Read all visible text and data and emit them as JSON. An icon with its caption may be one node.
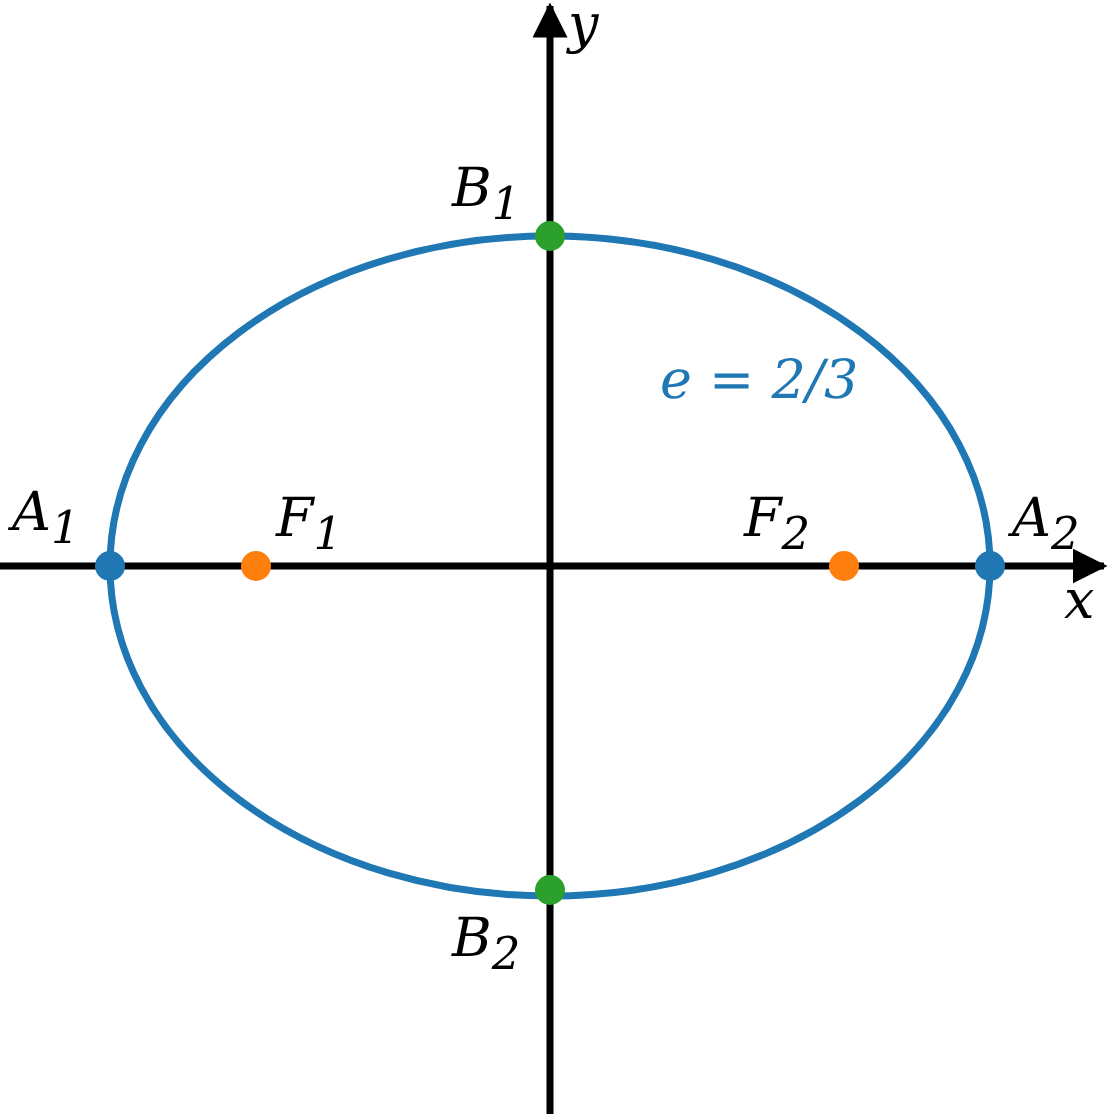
{
  "diagram": {
    "labels": [
      "y",
      "B$_{1}$",
      "e = 2/3",
      "A$_{1}$",
      "F$_{1}$",
      "F$_{2}$",
      "A$_{2}$",
      "x",
      "B$_{2}$"
    ]
  }
}
